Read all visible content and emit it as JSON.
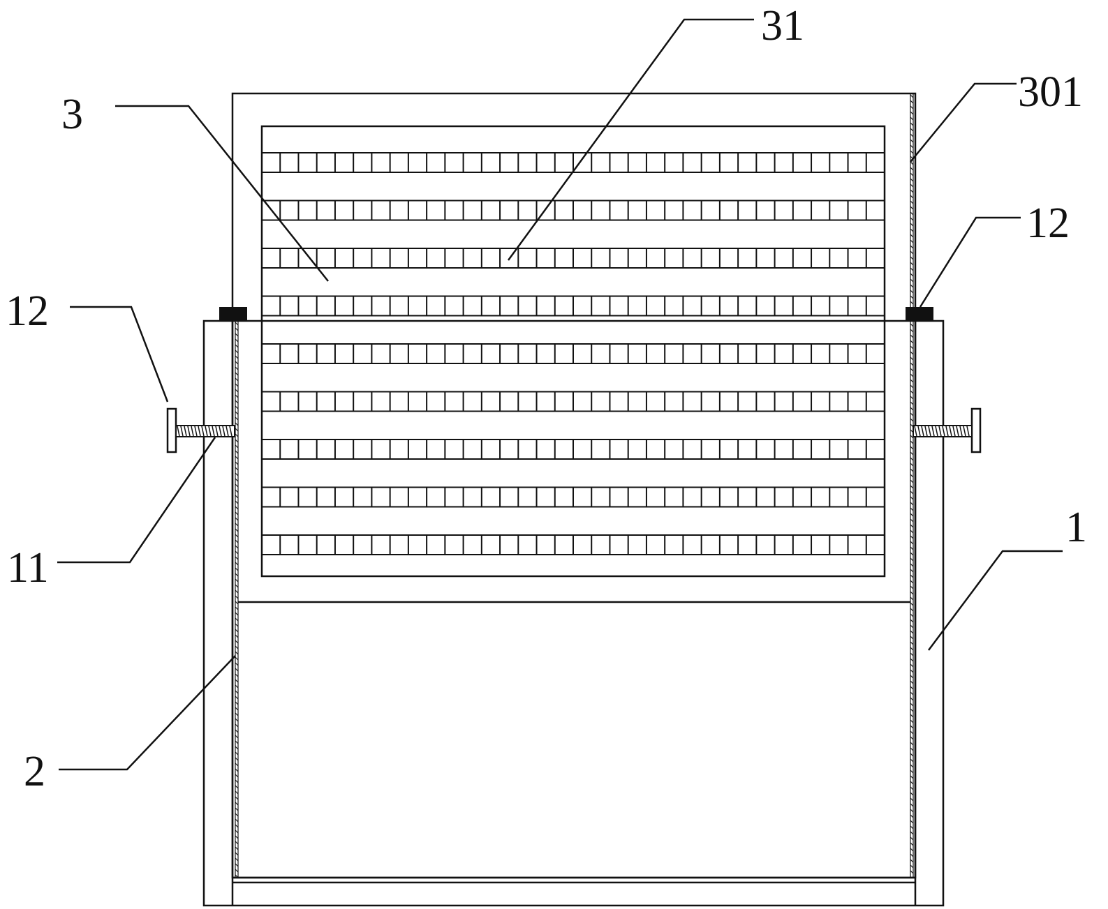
{
  "labels": {
    "part_1": "1",
    "part_2": "2",
    "part_3": "3",
    "part_11": "11",
    "part_12_left": "12",
    "part_12_right": "12",
    "part_31": "31",
    "part_301": "301"
  },
  "grid": {
    "rows": 9,
    "slots_per_row": 34
  },
  "colors": {
    "line": "#111111",
    "background": "#ffffff"
  }
}
